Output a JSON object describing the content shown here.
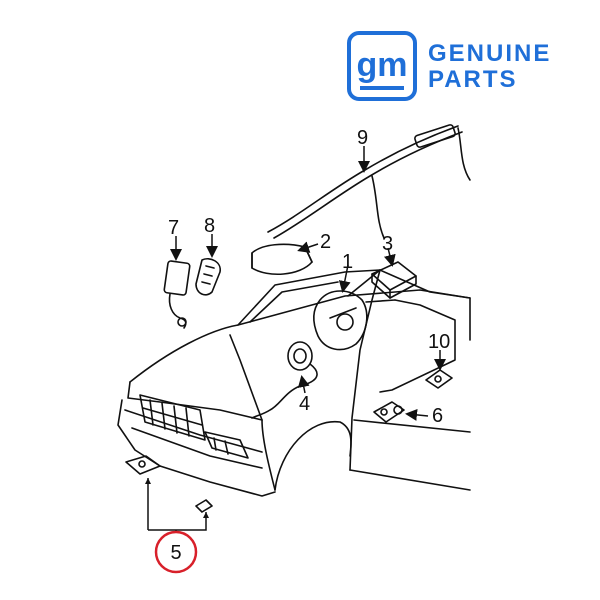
{
  "logo": {
    "mark": "gm",
    "line1": "GENUINE",
    "line2": "PARTS",
    "color": "#1f6fd8"
  },
  "callouts": [
    "1",
    "2",
    "3",
    "4",
    "5",
    "6",
    "7",
    "8",
    "9",
    "10"
  ],
  "highlight_color": "#d8202a"
}
